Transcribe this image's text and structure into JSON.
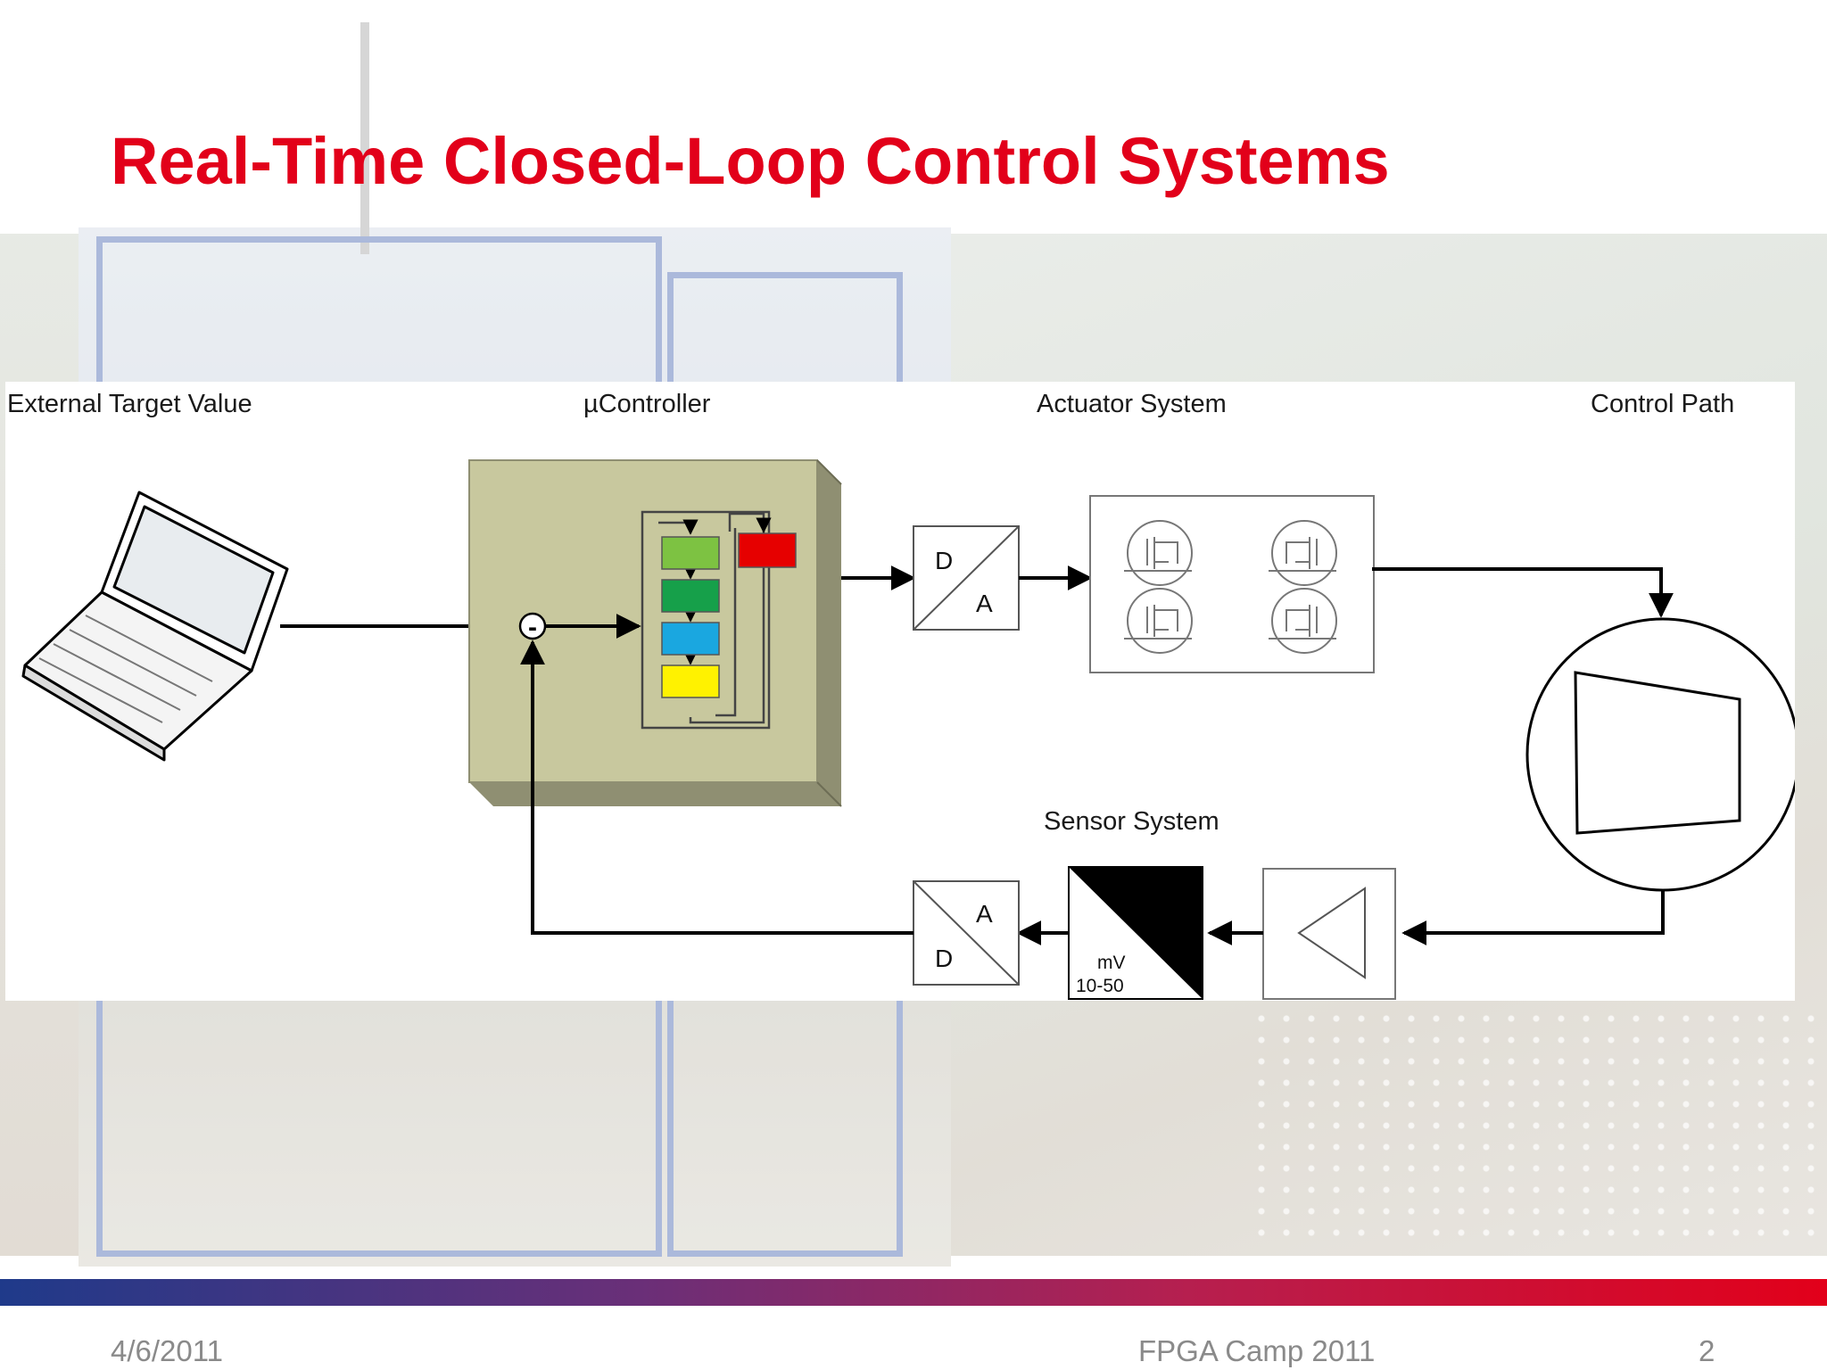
{
  "slide": {
    "title": "Real-Time Closed-Loop Control Systems"
  },
  "diagram": {
    "labels": {
      "external_target": "External Target Value",
      "controller": "µController",
      "actuator": "Actuator System",
      "control_path": "Control Path",
      "sensor": "Sensor System"
    },
    "subtract_symbol": "-",
    "dac": {
      "top": "D",
      "bottom": "A"
    },
    "adc": {
      "top": "A",
      "bottom": "D"
    },
    "sensor_unit": "mV",
    "sensor_range": "10-50",
    "pipeline_colors": [
      "#7dc242",
      "#16a04a",
      "#1aa7e0",
      "#fff200"
    ],
    "register_color": "#e60000",
    "controller_color": "#c8c89e"
  },
  "footer": {
    "date": "4/6/2011",
    "event": "FPGA Camp 2011",
    "page": "2"
  }
}
